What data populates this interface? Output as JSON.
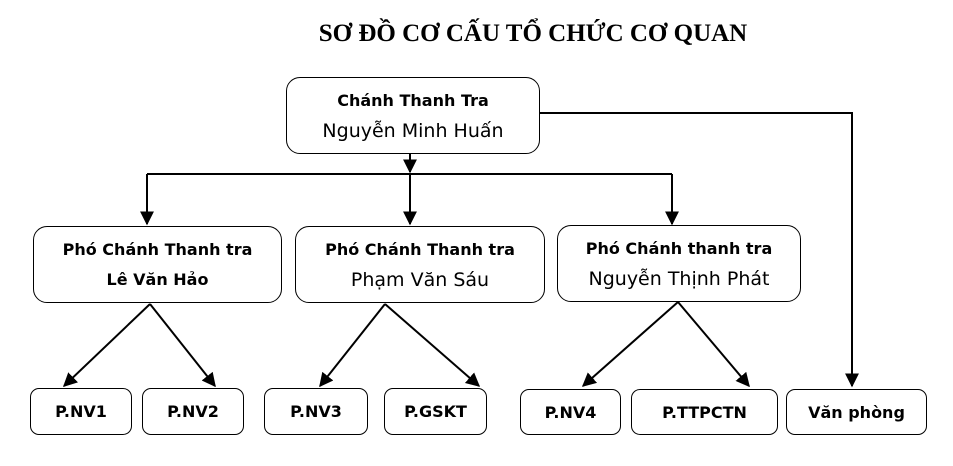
{
  "title": "SƠ ĐỒ CƠ CẤU TỔ CHỨC CƠ QUAN",
  "head": {
    "role": "Chánh Thanh Tra",
    "name": "Nguyễn Minh Huấn"
  },
  "deputies": [
    {
      "role": "Phó Chánh Thanh tra",
      "name": "Lê Văn Hảo",
      "units": [
        "P.NV1",
        "P.NV2"
      ]
    },
    {
      "role": "Phó Chánh Thanh tra",
      "name": "Phạm Văn Sáu",
      "units": [
        "P.NV3",
        "P.GSKT"
      ]
    },
    {
      "role": "Phó Chánh thanh tra",
      "name": "Nguyễn Thịnh Phát",
      "units": [
        "P.NV4",
        "P.TTPCTN"
      ]
    }
  ],
  "office": "Văn phòng"
}
